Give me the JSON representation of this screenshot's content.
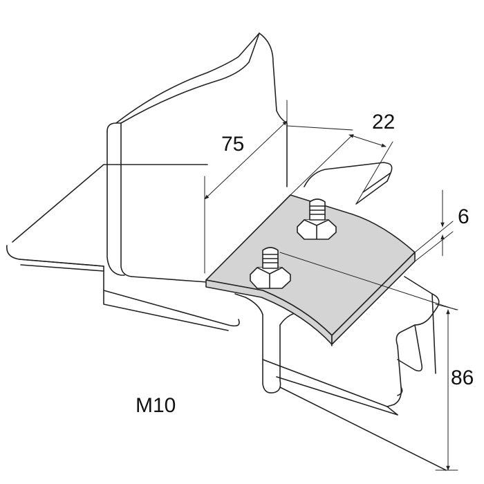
{
  "dimensions": {
    "length": "75",
    "width": "22",
    "thickness": "6",
    "height": "86"
  },
  "bolt_size": "M10",
  "colors": {
    "background": "#ffffff",
    "outline": "#222222",
    "plate_fill": "#d4d4d4",
    "bolt_fill": "#ffffff"
  }
}
